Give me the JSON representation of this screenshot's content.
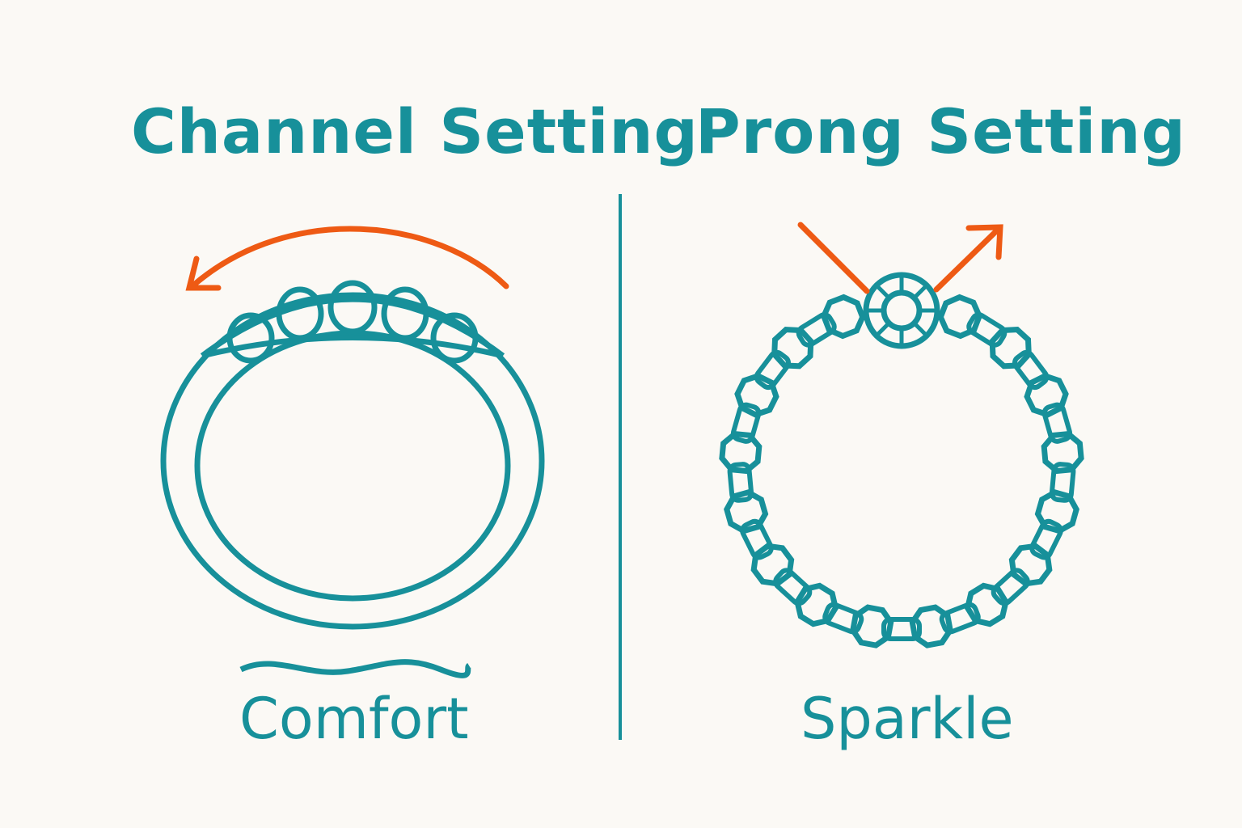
{
  "left": {
    "title": "Channel Setting",
    "caption": "Comfort"
  },
  "right": {
    "title": "Prong Setting",
    "caption": "Sparkle"
  },
  "colors": {
    "primary": "#17909a",
    "accent": "#ee5a14",
    "background": "#fbf9f5"
  },
  "prong_ring": {
    "side_stone_count": 16
  }
}
